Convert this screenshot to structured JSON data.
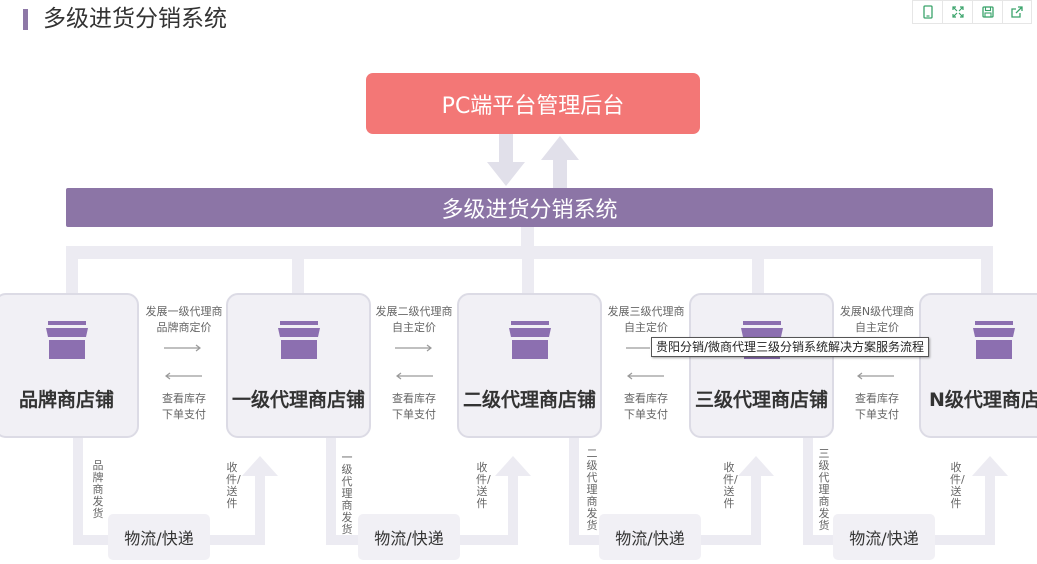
{
  "header": {
    "title": "多级进货分销系统",
    "toolbar": [
      "mobile-icon",
      "expand-icon",
      "save-icon",
      "share-icon"
    ]
  },
  "diagram": {
    "top_box": "PC端平台管理后台",
    "band": "多级进货分销系统",
    "stores": [
      "品牌商店铺",
      "一级代理商店铺",
      "二级代理商店铺",
      "三级代理商店铺",
      "N级代理商店"
    ],
    "relations": [
      {
        "top1": "发展一级代理商",
        "top2": "品牌商定价",
        "bottom1": "查看库存",
        "bottom2": "下单支付"
      },
      {
        "top1": "发展二级代理商",
        "top2": "自主定价",
        "bottom1": "查看库存",
        "bottom2": "下单支付"
      },
      {
        "top1": "发展三级代理商",
        "top2": "自主定价",
        "bottom1": "查看库存",
        "bottom2": "下单支付"
      },
      {
        "top1": "发展N级代理商",
        "top2": "自主定价",
        "bottom1": "查看库存",
        "bottom2": "下单支付"
      }
    ],
    "shipping": [
      {
        "ship": "品牌商发货",
        "receive": "收件/送件",
        "logistics": "物流/快递"
      },
      {
        "ship": "一级代理商发货",
        "receive": "收件/送件",
        "logistics": "物流/快递"
      },
      {
        "ship": "二级代理商发货",
        "receive": "收件/送件",
        "logistics": "物流/快递"
      },
      {
        "ship": "三级代理商发货",
        "receive": "收件/送件",
        "logistics": "物流/快递"
      }
    ],
    "tooltip": "贵阳分销/微商代理三级分销系统解决方案服务流程",
    "colors": {
      "top_box": "#f37776",
      "band": "#8c75a6",
      "store_icon": "#8c6fb0",
      "connector": "#ecebf2",
      "arrow": "#e1e0ea"
    }
  }
}
